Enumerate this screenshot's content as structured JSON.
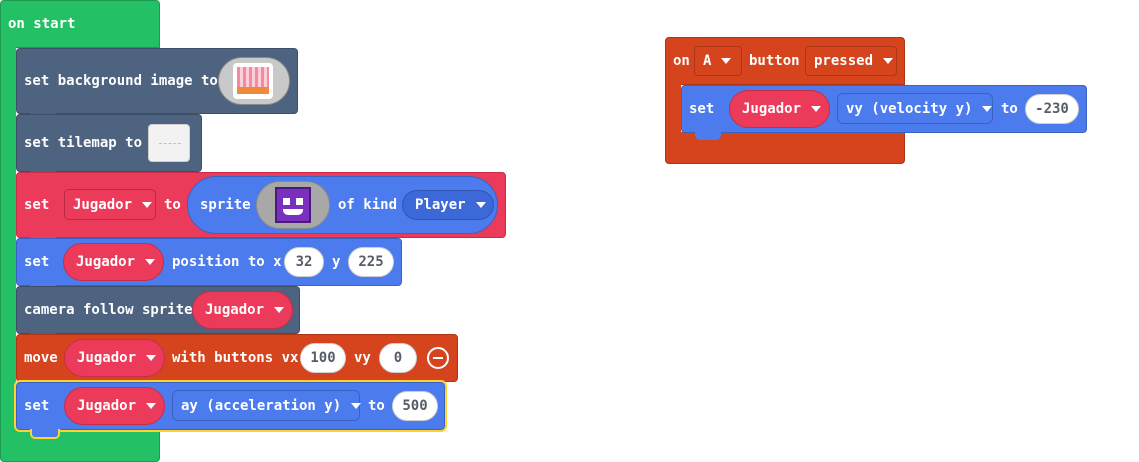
{
  "on_start": {
    "label": "on start",
    "set_background": {
      "label": "set background image to",
      "image": "pink-landscape-image"
    },
    "set_tilemap": {
      "label": "set tilemap to",
      "image": "empty-tilemap-image"
    },
    "set_sprite": {
      "set": "set",
      "var": "Jugador",
      "to": "to",
      "sprite": "sprite",
      "of_kind": "of kind",
      "kind": "Player",
      "image": "purple-smiley-sprite"
    },
    "set_position": {
      "set": "set",
      "var": "Jugador",
      "position_to_x": "position to x",
      "x": "32",
      "y_label": "y",
      "y": "225"
    },
    "camera_follow": {
      "label": "camera follow sprite",
      "var": "Jugador"
    },
    "move": {
      "move": "move",
      "var": "Jugador",
      "with_buttons_vx": "with buttons vx",
      "vx": "100",
      "vy_label": "vy",
      "vy": "0",
      "collapse_icon": "minus-circle-icon"
    },
    "set_accel": {
      "set": "set",
      "var": "Jugador",
      "property": "ay (acceleration y)",
      "to": "to",
      "value": "500"
    }
  },
  "on_button": {
    "on": "on",
    "button": "A",
    "button_label": "button",
    "event": "pressed",
    "set_velocity": {
      "set": "set",
      "var": "Jugador",
      "property": "vy (velocity y)",
      "to": "to",
      "value": "-230"
    }
  },
  "colors": {
    "events": "#23c065",
    "scene": "#4d637f",
    "sprites": "#ec3b5a",
    "sprite_blue": "#4b7bec",
    "controller": "#d5441d",
    "selection": "#ffd22e"
  }
}
